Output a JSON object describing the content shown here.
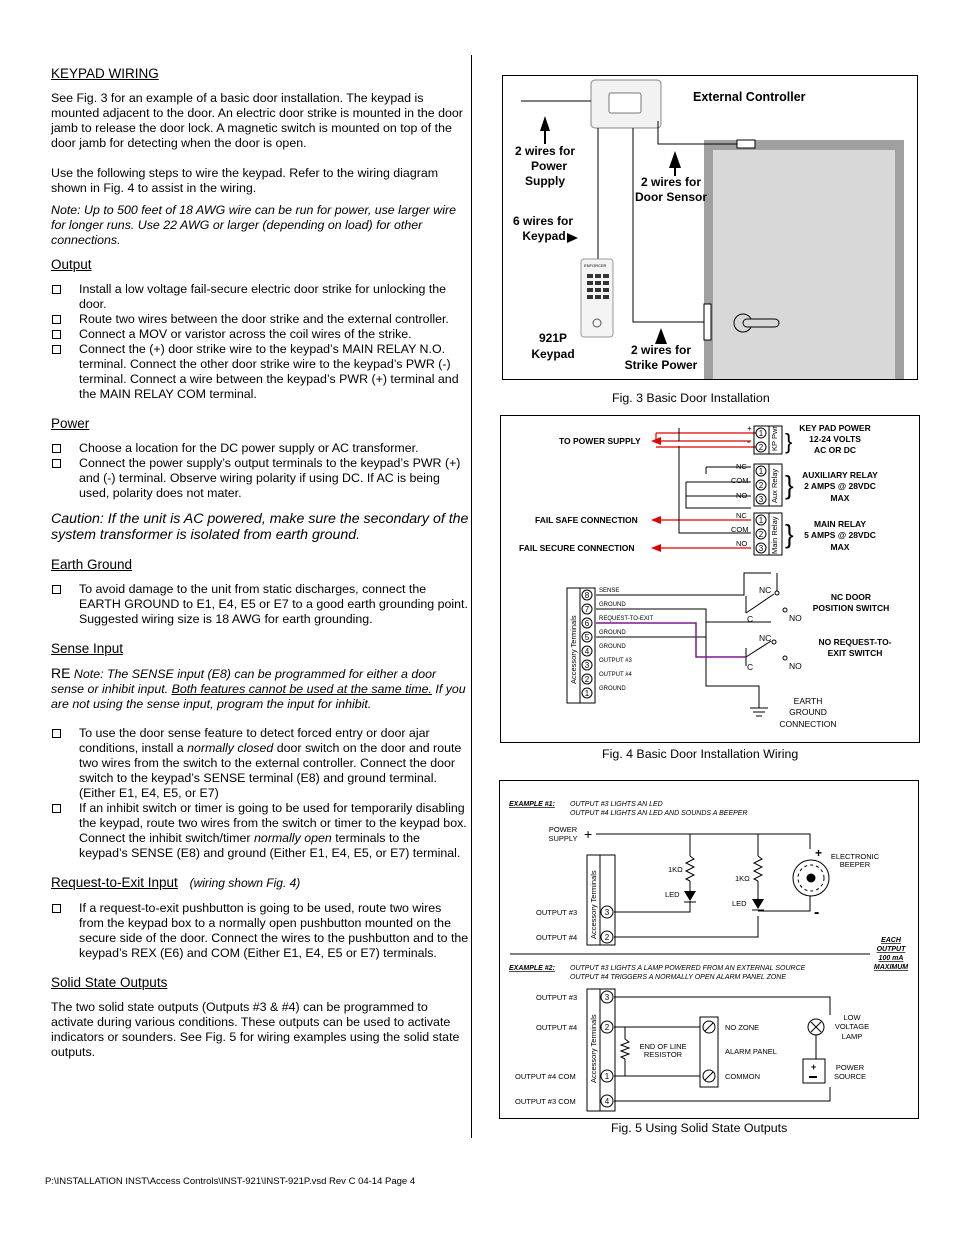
{
  "left": {
    "keypad_heading": "KEYPAD WIRING",
    "keypad_p1": "See Fig. 3 for an example of a basic door installation.  The keypad is mounted adjacent to the door.  An electric door strike is mounted in the door jamb to release the door lock.  A magnetic switch is mounted on top of the door jamb for detecting when the door is open.",
    "keypad_p2": "Use the following steps to wire the keypad.  Refer to the wiring diagram shown in Fig. 4 to assist in the wiring.",
    "keypad_note": "Note: Up to 500 feet of 18 AWG wire can be run for power, use larger wire for longer runs.  Use 22 AWG or larger (depending on load) for other connections.",
    "output_heading": "Output",
    "output_items": [
      "Install a low voltage fail-secure electric door strike for unlocking the door.",
      "Route two wires between the door strike and the external controller.",
      "Connect a MOV or varistor across the coil wires of the strike.",
      "Connect the (+) door strike wire to the keypad’s MAIN RELAY N.O. terminal.  Connect the other door strike wire to the keypad’s PWR (-) terminal.  Connect a wire between the keypad’s PWR (+) terminal and the MAIN RELAY COM terminal."
    ],
    "power_heading": "Power",
    "power_items": [
      "Choose a location for the DC power supply or AC transformer.",
      "Connect the power supply’s output terminals to the keypad’s PWR (+) and (-) terminal. Observe wiring polarity if using DC.  If AC is being used, polarity does not mater."
    ],
    "caution": "Caution:  If the unit is AC powered, make sure the secondary of the system transformer is isolated from earth ground.",
    "earth_heading": "Earth Ground",
    "earth_items": [
      "To avoid damage to the unit from static discharges, connect the EARTH GROUND to E1, E4, E5 or E7 to a good earth grounding point.  Suggested wiring size is 18 AWG for earth grounding."
    ],
    "sense_heading": "Sense Input",
    "sense_re": "RE",
    "sense_note_a": "Note:  The SENSE input (E8) can be programmed for either a door sense or inhibit input.",
    "sense_note_b": "Both features cannot be used at the same time.",
    "sense_note_c": "If you are not using the sense input, program the input for inhibit.",
    "sense_item1_a": "To use the door sense feature to detect forced entry or door ajar conditions, install a",
    "sense_item1_b": "normally closed",
    "sense_item1_c": "door switch on the door and route two wires from the switch to the external controller.  Connect the door switch to the keypad’s SENSE terminal (E8) and ground terminal. (Either E1, E4, E5, or E7)",
    "sense_item2_a": "If an inhibit switch or timer is going to be used for temporarily disabling the keypad, route two wires from the switch or timer to the keypad box.  Connect the inhibit switch/timer",
    "sense_item2_b": "normally open",
    "sense_item2_c": "terminals to the keypad’s SENSE (E8) and ground (Either E1, E4, E5, or E7) terminal.",
    "rex_heading": "Request-to-Exit Input",
    "rex_note": "(wiring shown Fig. 4)",
    "rex_items": [
      "If a request-to-exit pushbutton is going to be used, route two wires from the keypad box to a normally open pushbutton mounted on the secure side of the door.  Connect the wires to the pushbutton and to the keypad’s REX (E6) and COM (Either E1, E4, E5 or E7) terminals."
    ],
    "ss_heading": "Solid State Outputs",
    "ss_p": "The two solid state outputs (Outputs #3 & #4) can be programmed to activate during various conditions.  These outputs can be used to activate indicators or sounders.  See Fig. 5 for wiring examples using the solid state outputs."
  },
  "fig3": {
    "caption": "Fig. 3  Basic Door Installation",
    "external_controller": "External Controller",
    "power_wires": [
      "2 wires for",
      "Power",
      "Supply"
    ],
    "sensor_wires": [
      "2 wires for",
      "Door Sensor"
    ],
    "keypad_wires": [
      "6 wires for",
      "Keypad"
    ],
    "keypad_model": [
      "921P",
      "Keypad"
    ],
    "strike_wires": [
      "2 wires for",
      "Strike Power"
    ],
    "keypad_brand": "ENFORCER"
  },
  "fig4": {
    "caption": "Fig. 4  Basic Door Installation Wiring",
    "to_power_supply": "TO POWER SUPPLY",
    "fail_safe": "FAIL SAFE CONNECTION",
    "fail_secure": "FAIL SECURE CONNECTION",
    "plus": "+",
    "minus": "-",
    "kp_pwr": "KP Pwr",
    "aux_relay": "Aux Relay",
    "main_relay": "Main Relay",
    "relay_terms": [
      "NC",
      "COM",
      "NO"
    ],
    "kp_power_label": [
      "KEY PAD POWER",
      "12-24 VOLTS",
      "AC OR DC"
    ],
    "aux_label": [
      "AUXILIARY RELAY",
      "2 AMPS @ 28VDC",
      "MAX"
    ],
    "main_label": [
      "MAIN RELAY",
      "5 AMPS @ 28VDC",
      "MAX"
    ],
    "acc_terminals_label": "Accessory Terminals",
    "acc_terms": [
      "SENSE",
      "GROUND",
      "REQUEST-TO-EXIT",
      "GROUND",
      "GROUND",
      "OUTPUT #3",
      "OUTPUT #4",
      "GROUND"
    ],
    "acc_nums": [
      "8",
      "7",
      "6",
      "5",
      "4",
      "3",
      "2",
      "1"
    ],
    "switch_nc": "NC",
    "switch_c": "C",
    "switch_no": "NO",
    "nc_door": [
      "NC DOOR",
      "POSITION SWITCH"
    ],
    "no_rex": [
      "NO REQUEST-TO-",
      "EXIT SWITCH"
    ],
    "earth": [
      "EARTH",
      "GROUND",
      "CONNECTION"
    ]
  },
  "fig5": {
    "caption": "Fig. 5  Using Solid State Outputs",
    "ex1": "EXAMPLE #1:",
    "ex1_lines": [
      "OUTPUT #3 LIGHTS AN LED",
      "OUTPUT #4 LIGHTS AN LED AND SOUNDS A BEEPER"
    ],
    "power_supply": [
      "POWER",
      "SUPPLY"
    ],
    "resistor": "1KΩ",
    "led": "LED",
    "beeper": [
      "ELECTRONIC",
      "BEEPER"
    ],
    "acc_terminals_label": "Accessory Terminals",
    "output3": "OUTPUT #3",
    "output4": "OUTPUT #4",
    "each_output": [
      "EACH",
      "OUTPUT",
      "100 mA",
      "MAXIMUM"
    ],
    "ex2": "EXAMPLE #2:",
    "ex2_lines": [
      "OUTPUT #3 LIGHTS A LAMP POWERED FROM AN EXTERNAL SOURCE",
      "OUTPUT #4 TRIGGERS A NORMALLY OPEN ALARM PANEL ZONE"
    ],
    "output4_com": "OUTPUT #4 COM",
    "output3_com": "OUTPUT #3 COM",
    "eol": [
      "END OF LINE",
      "RESISTOR"
    ],
    "no_zone": "NO ZONE",
    "alarm_panel": "ALARM PANEL",
    "common": "COMMON",
    "lamp": [
      "LOW",
      "VOLTAGE",
      "LAMP"
    ],
    "power_source": [
      "POWER",
      "SOURCE"
    ],
    "t3": "3",
    "t2": "2",
    "t1": "1",
    "t4": "4"
  },
  "footer": "P:\\INSTALLATION INST\\Access Controls\\INST-921\\INST-921P.vsd    Rev C    04-14    Page 4",
  "colors": {
    "red": "#e00000",
    "purple": "#7a1a8c",
    "door_gray": "#a0a0a0",
    "door_fill": "#d8d8d8"
  }
}
